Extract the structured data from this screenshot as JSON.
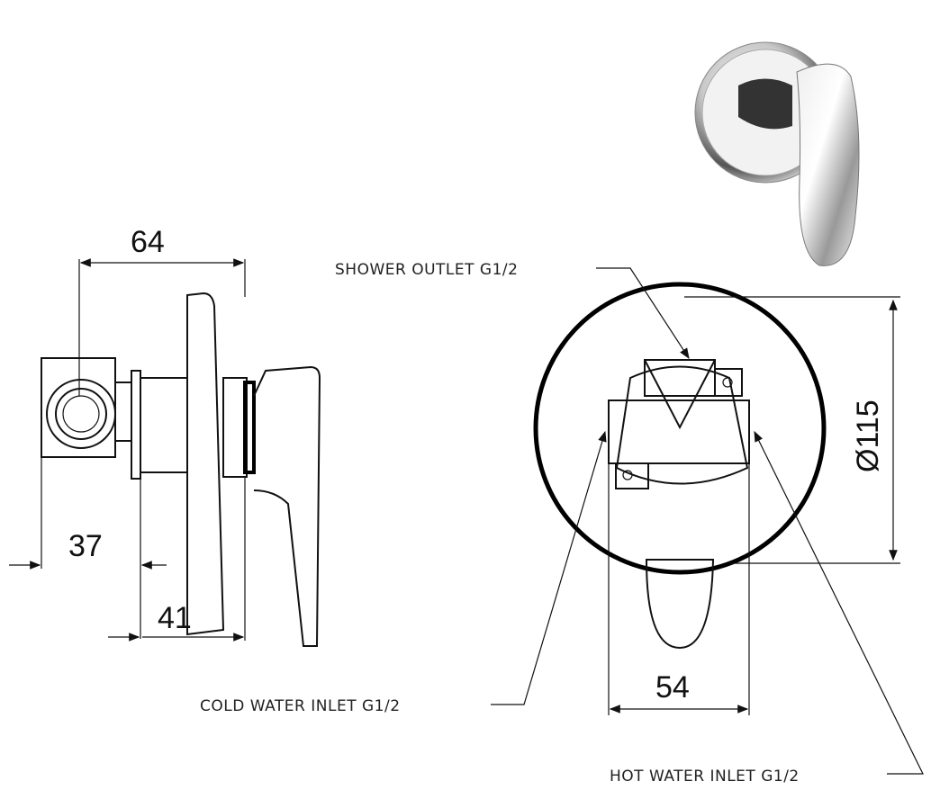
{
  "dimensions": {
    "width_side": "64",
    "depth_body": "37",
    "depth_plate": "41",
    "handle_width": "54",
    "plate_diameter": "Ø115"
  },
  "callouts": {
    "shower_outlet": "SHOWER OUTLET G1/2",
    "cold_inlet": "COLD WATER INLET G1/2",
    "hot_inlet": "HOT WATER INLET G1/2"
  }
}
